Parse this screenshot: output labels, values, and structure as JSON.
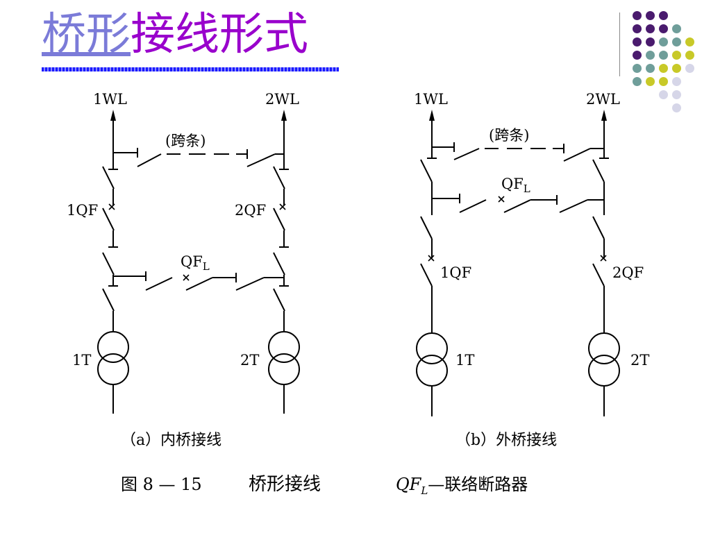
{
  "title": {
    "link_text": "桥形",
    "rest_text": "接线形式"
  },
  "colors": {
    "dot_purple": "#4a1b6e",
    "dot_teal": "#6f9e9a",
    "dot_lime": "#c8c928",
    "dot_lavender": "#d6d6e8"
  },
  "diagram_a": {
    "left_line": "1WL",
    "right_line": "2WL",
    "jumper": "(跨条)",
    "left_breaker": "1QF",
    "right_breaker": "2QF",
    "tie_breaker": "QF",
    "tie_sub": "L",
    "left_transformer": "1T",
    "right_transformer": "2T",
    "caption": "（a）内桥接线"
  },
  "diagram_b": {
    "left_line": "1WL",
    "right_line": "2WL",
    "jumper": "(跨条)",
    "tie_breaker": "QF",
    "tie_sub": "L",
    "left_breaker": "1QF",
    "right_breaker": "2QF",
    "left_transformer": "1T",
    "right_transformer": "2T",
    "caption": "（b）外桥接线"
  },
  "figure_caption": {
    "number": "图 8 — 15",
    "name": "桥形接线",
    "legend_sym": "QF",
    "legend_sub": "L",
    "legend_text": "—联络断路器"
  }
}
